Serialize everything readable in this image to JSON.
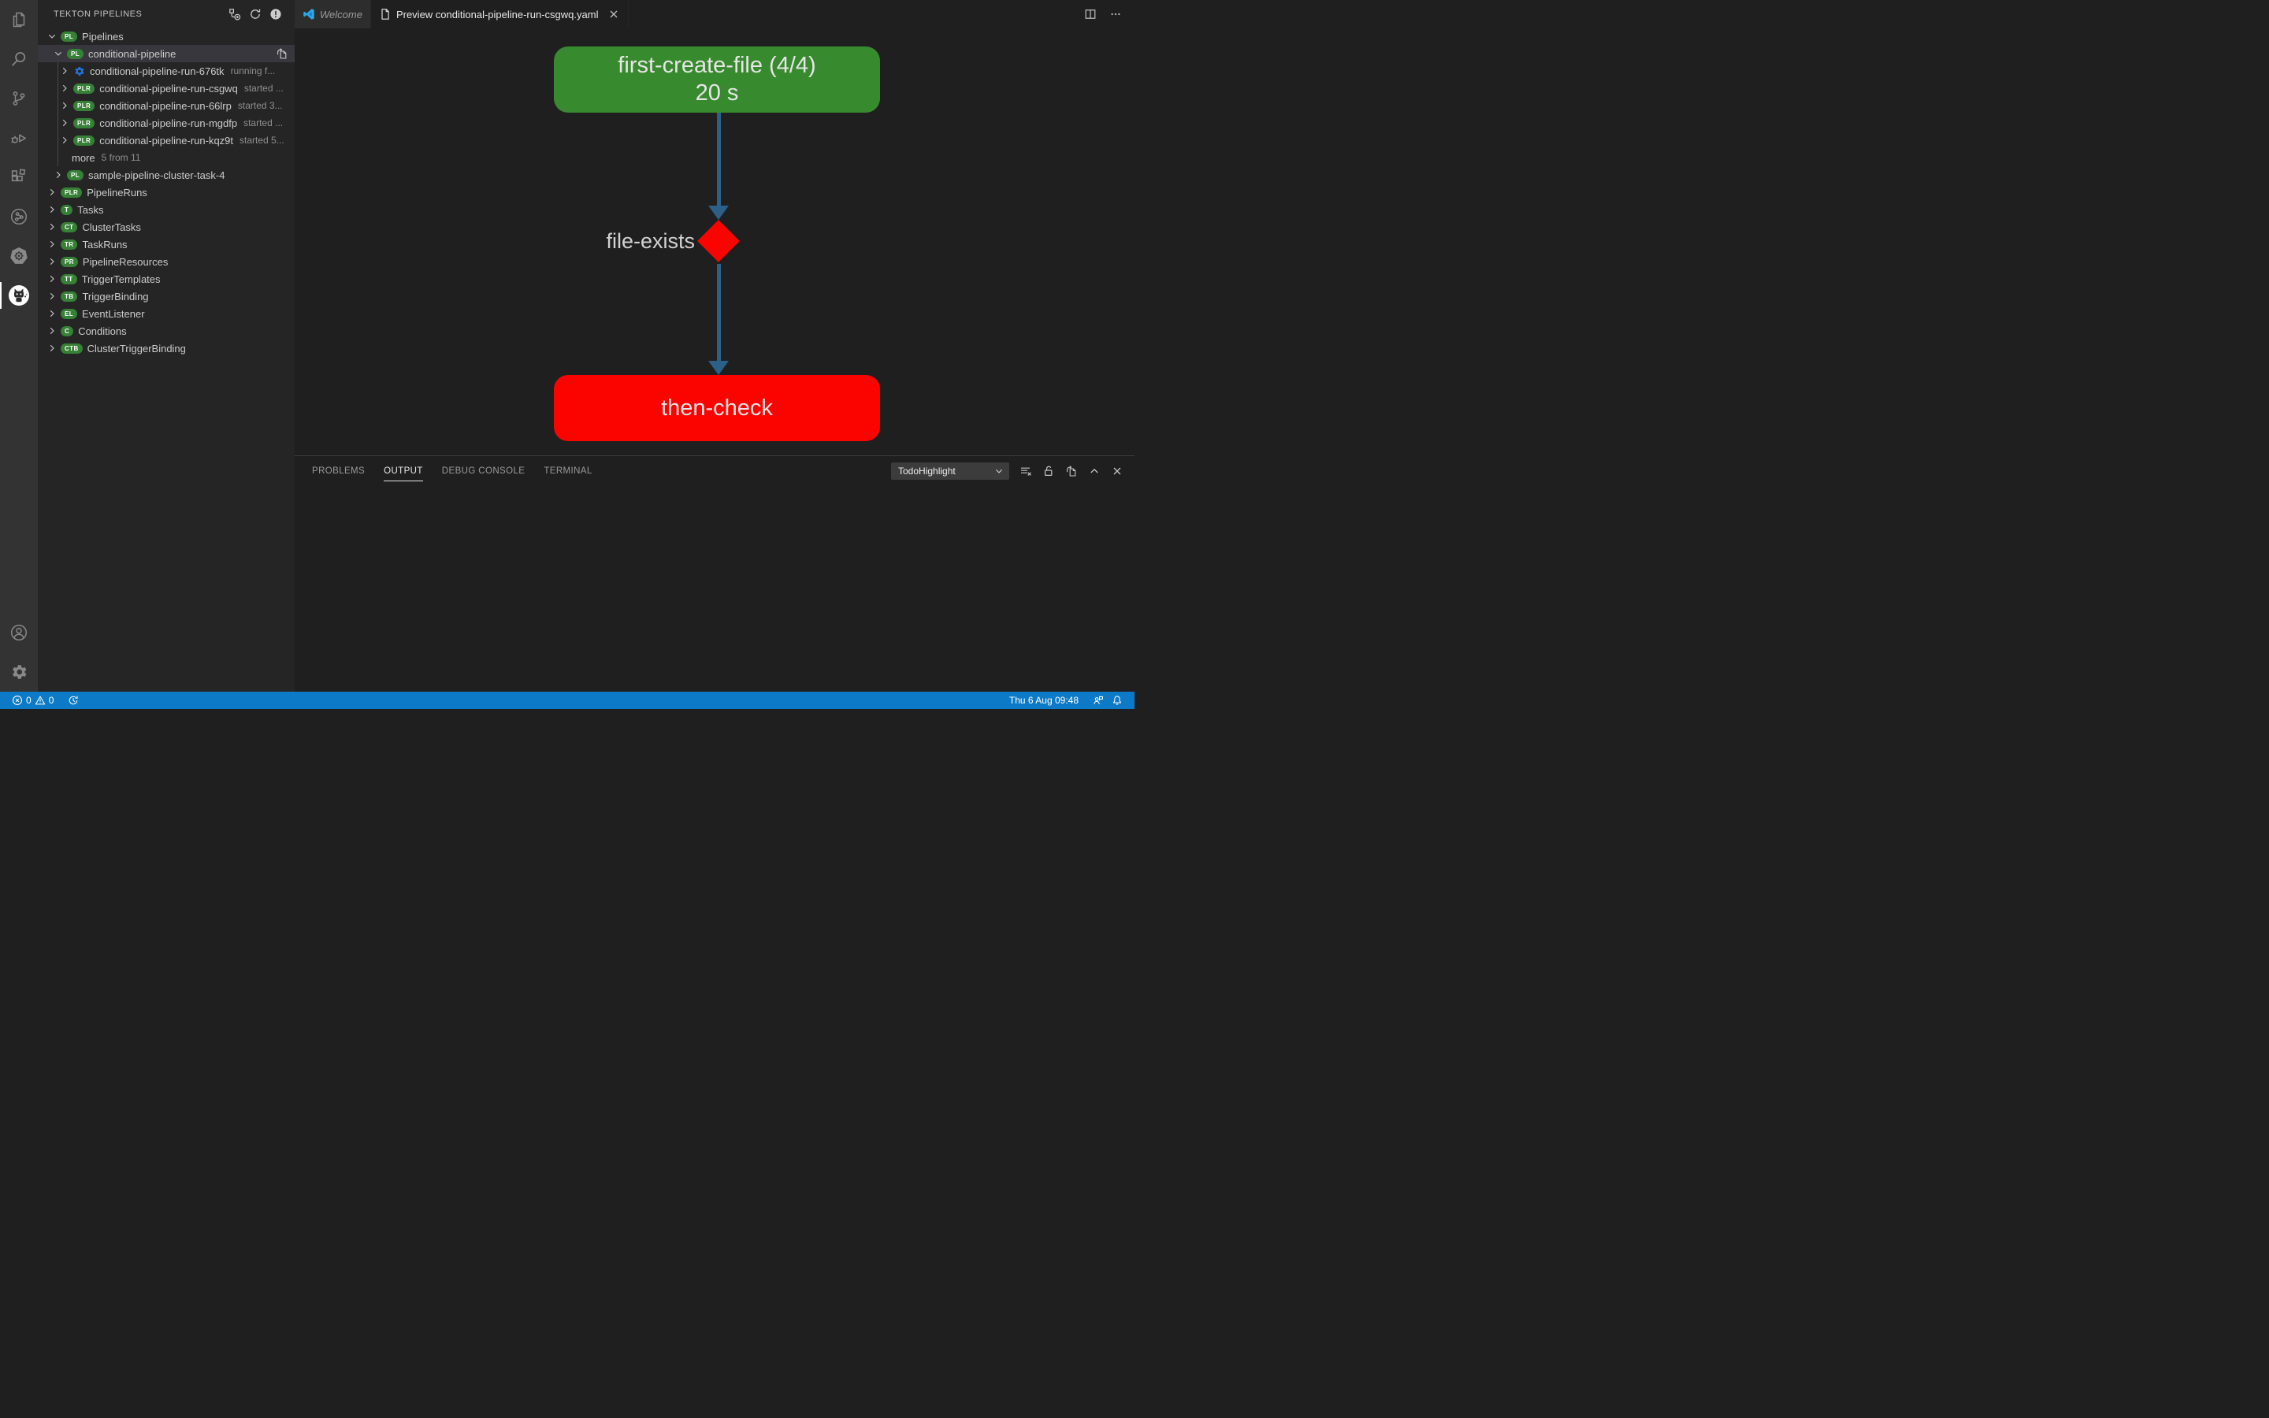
{
  "theme": {
    "activity_bar_bg": "#333333",
    "sidebar_bg": "#252526",
    "editor_bg": "#1f1f1f",
    "selected_row_bg": "#37373d",
    "status_bar_bg": "#0c7ac7",
    "badge_bg": "#368136",
    "running_icon_color": "#2079e0",
    "node_green": "#388a2e",
    "node_red": "#fb0400",
    "edge_color": "#2d6089"
  },
  "activity_bar": {
    "top_items": [
      {
        "name": "explorer",
        "icon": "explorer-icon",
        "active": false
      },
      {
        "name": "search",
        "icon": "search-icon",
        "active": false
      },
      {
        "name": "source-control",
        "icon": "source-control-icon",
        "active": false
      },
      {
        "name": "run-debug",
        "icon": "run-debug-icon",
        "active": false
      },
      {
        "name": "extensions",
        "icon": "extensions-icon",
        "active": false
      },
      {
        "name": "resource-graph",
        "icon": "circle-graph-icon",
        "active": false
      },
      {
        "name": "kubernetes",
        "icon": "kubernetes-icon",
        "active": false
      },
      {
        "name": "tekton-pipelines",
        "icon": "tekton-icon",
        "active": true
      }
    ],
    "bottom_items": [
      {
        "name": "accounts",
        "icon": "account-icon",
        "active": false
      },
      {
        "name": "settings",
        "icon": "settings-gear-icon",
        "active": false
      }
    ]
  },
  "sidebar": {
    "title": "TEKTON PIPELINES",
    "actions": [
      {
        "name": "add-trigger",
        "icon": "add-trigger-icon"
      },
      {
        "name": "refresh",
        "icon": "refresh-icon"
      },
      {
        "name": "report-issue",
        "icon": "report-issue-icon"
      }
    ],
    "tree": [
      {
        "label": "Pipelines",
        "badge": "PL",
        "chevron": "expanded",
        "depth": 0
      },
      {
        "label": "conditional-pipeline",
        "badge": "PL",
        "chevron": "expanded",
        "depth": 1,
        "selected": true,
        "action_icon": "open-file-icon"
      },
      {
        "label": "conditional-pipeline-run-676tk",
        "icon": "running-gear-icon",
        "chevron": "collapsed",
        "depth": 2,
        "desc": "running f...",
        "guide": true
      },
      {
        "label": "conditional-pipeline-run-csgwq",
        "badge": "PLR",
        "chevron": "collapsed",
        "depth": 2,
        "desc": "started ...",
        "guide": true
      },
      {
        "label": "conditional-pipeline-run-66lrp",
        "badge": "PLR",
        "chevron": "collapsed",
        "depth": 2,
        "desc": "started 3...",
        "guide": true
      },
      {
        "label": "conditional-pipeline-run-mgdfp",
        "badge": "PLR",
        "chevron": "collapsed",
        "depth": 2,
        "desc": "started ...",
        "guide": true
      },
      {
        "label": "conditional-pipeline-run-kqz9t",
        "badge": "PLR",
        "chevron": "collapsed",
        "depth": 2,
        "desc": "started 5...",
        "guide": true
      },
      {
        "label": "more",
        "desc": "5 from 11",
        "depth": 2,
        "more": true,
        "guide": true
      },
      {
        "label": "sample-pipeline-cluster-task-4",
        "badge": "PL",
        "chevron": "collapsed",
        "depth": 1
      },
      {
        "label": "PipelineRuns",
        "badge": "PLR",
        "chevron": "collapsed",
        "depth": 0
      },
      {
        "label": "Tasks",
        "badge": "T",
        "chevron": "collapsed",
        "depth": 0
      },
      {
        "label": "ClusterTasks",
        "badge": "CT",
        "chevron": "collapsed",
        "depth": 0
      },
      {
        "label": "TaskRuns",
        "badge": "TR",
        "chevron": "collapsed",
        "depth": 0
      },
      {
        "label": "PipelineResources",
        "badge": "PR",
        "chevron": "collapsed",
        "depth": 0
      },
      {
        "label": "TriggerTemplates",
        "badge": "TT",
        "chevron": "collapsed",
        "depth": 0
      },
      {
        "label": "TriggerBinding",
        "badge": "TB",
        "chevron": "collapsed",
        "depth": 0
      },
      {
        "label": "EventListener",
        "badge": "EL",
        "chevron": "collapsed",
        "depth": 0
      },
      {
        "label": "Conditions",
        "badge": "C",
        "chevron": "collapsed",
        "depth": 0
      },
      {
        "label": "ClusterTriggerBinding",
        "badge": "CTB",
        "chevron": "collapsed",
        "depth": 0
      }
    ]
  },
  "editor": {
    "tabs": [
      {
        "label": "Welcome",
        "icon": "vscode-logo-icon",
        "active": false
      },
      {
        "label": "Preview conditional-pipeline-run-csgwq.yaml",
        "icon": "file-icon",
        "active": true,
        "closable": true
      }
    ],
    "actions": [
      {
        "name": "split-editor",
        "icon": "split-editor-icon"
      },
      {
        "name": "more-actions",
        "icon": "ellipsis-icon"
      }
    ]
  },
  "diagram": {
    "task_node": {
      "title": "first-create-file (4/4)",
      "duration": "20 s",
      "status": "succeeded"
    },
    "condition": {
      "label": "file-exists",
      "status": "failed"
    },
    "then_node": {
      "label": "then-check",
      "status": "failed"
    }
  },
  "panel": {
    "tabs": [
      {
        "label": "PROBLEMS",
        "active": false
      },
      {
        "label": "OUTPUT",
        "active": true
      },
      {
        "label": "DEBUG CONSOLE",
        "active": false
      },
      {
        "label": "TERMINAL",
        "active": false
      }
    ],
    "output_channel": "TodoHighlight",
    "actions": [
      {
        "name": "clear-output",
        "icon": "clear-output-icon"
      },
      {
        "name": "unlock-scroll",
        "icon": "unlock-icon"
      },
      {
        "name": "open-output-in-editor",
        "icon": "open-file-icon"
      },
      {
        "name": "maximize-panel",
        "icon": "chevron-up-icon"
      },
      {
        "name": "close-panel",
        "icon": "close-icon"
      }
    ]
  },
  "status_bar": {
    "errors": "0",
    "warnings": "0",
    "datetime": "Thu 6 Aug 09:48"
  }
}
